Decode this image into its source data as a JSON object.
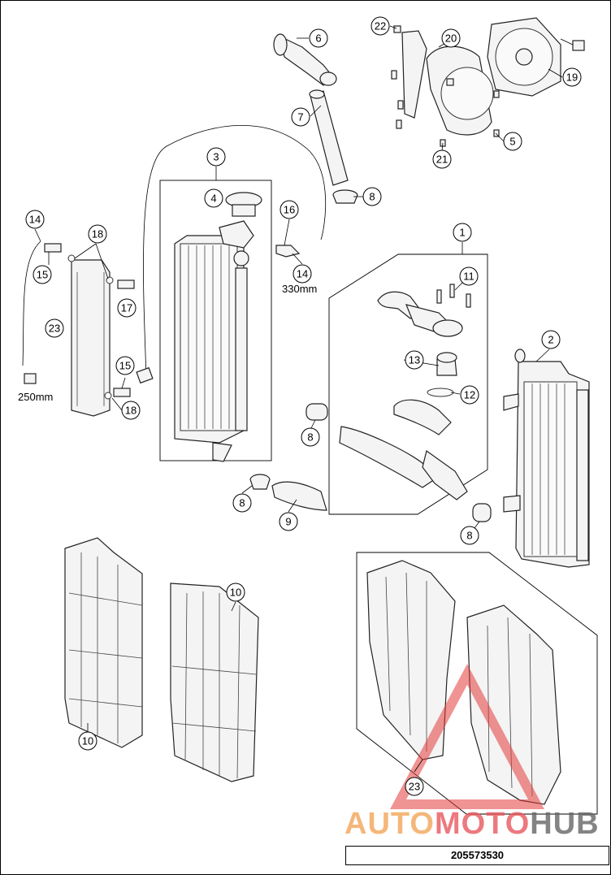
{
  "diagram": {
    "document_code": "205573530",
    "callouts": {
      "c1": "1",
      "c2": "2",
      "c3": "3",
      "c4": "4",
      "c5": "5",
      "c6": "6",
      "c7": "7",
      "c8a": "8",
      "c8b": "8",
      "c8c": "8",
      "c8d": "8",
      "c9": "9",
      "c10a": "10",
      "c10b": "10",
      "c11": "11",
      "c12": "12",
      "c13": "13",
      "c14a": "14",
      "c14b": "14",
      "c15a": "15",
      "c15b": "15",
      "c16": "16",
      "c17": "17",
      "c18a": "18",
      "c18b": "18",
      "c19": "19",
      "c20": "20",
      "c21": "21",
      "c22": "22",
      "c23a": "23",
      "c23b": "23"
    },
    "notes": {
      "hose_330": "330mm",
      "hose_250": "250mm"
    }
  },
  "watermark": {
    "part1": "AUTO",
    "part2": "MOTO",
    "part3": "HUB",
    "colors": {
      "auto": "#f2a65a",
      "moto": "#e8585e",
      "hub": "#666666"
    }
  }
}
